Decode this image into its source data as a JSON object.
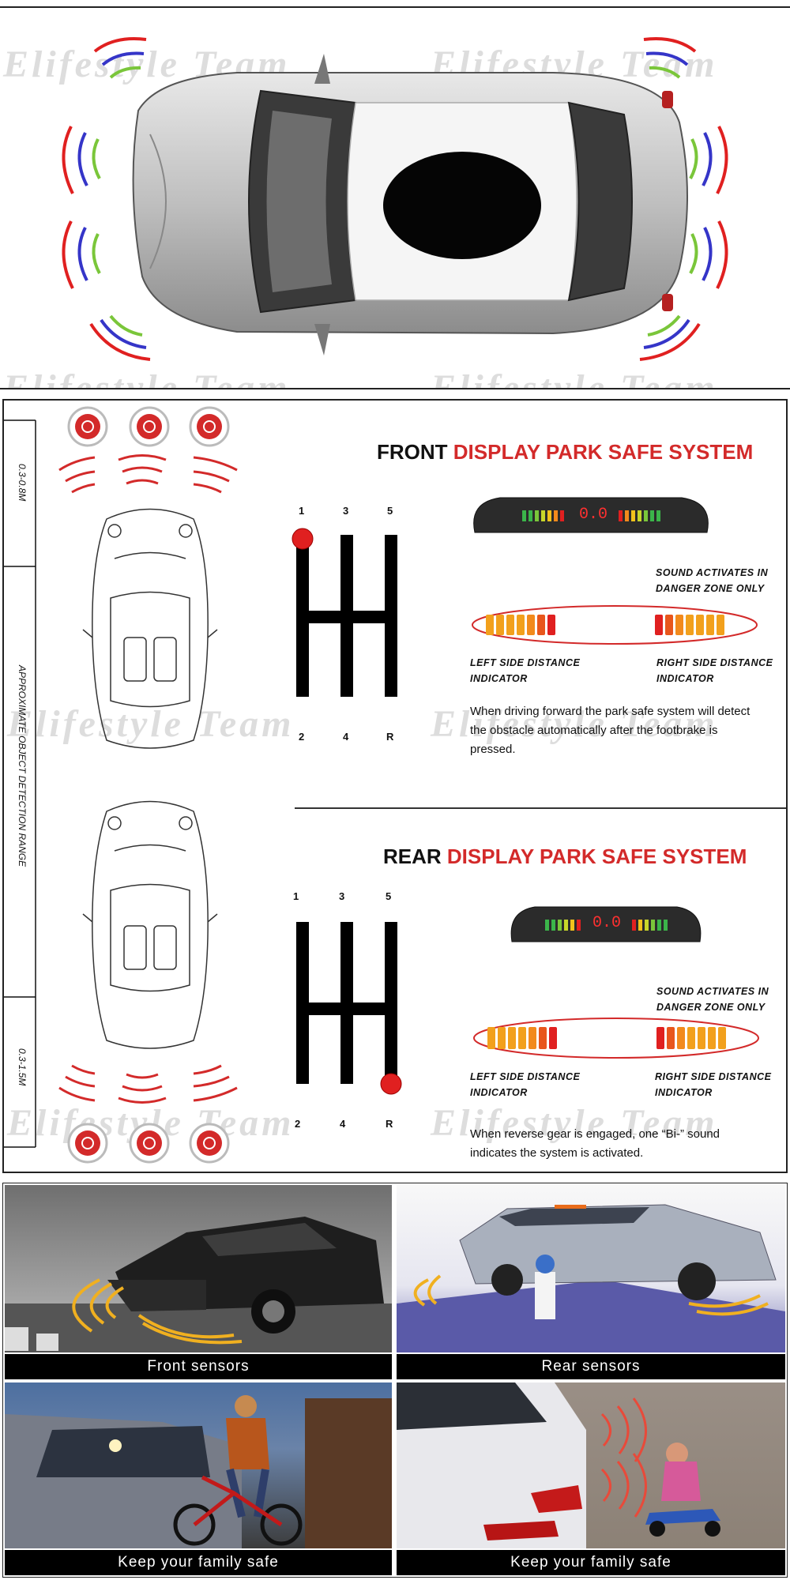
{
  "watermark": "Elifestyle Team",
  "front": {
    "title_prefix": "FRONT",
    "title_main": "DISPLAY PARK SAFE SYSTEM",
    "sound_note": "SOUND ACTIVATES IN DANGER ZONE ONLY",
    "left_indicator": "LEFT SIDE DISTANCE INDICATOR",
    "right_indicator": "RIGHT SIDE DISTANCE INDICATOR",
    "description": "When driving forward the park safe system will detect the obstacle automatically after the footbrake is pressed.",
    "display_reading": "0.0"
  },
  "rear": {
    "title_prefix": "REAR",
    "title_main": "DISPLAY PARK SAFE SYSTEM",
    "sound_note": "SOUND ACTIVATES IN DANGER ZONE ONLY",
    "left_indicator": "LEFT SIDE DISTANCE INDICATOR",
    "right_indicator": "RIGHT SIDE DISTANCE INDICATOR",
    "description": "When reverse gear is engaged, one “Bi-” sound indicates the system is activated.",
    "display_reading": "0.0"
  },
  "gears": {
    "top": [
      "1",
      "3",
      "5"
    ],
    "bottom": [
      "2",
      "4",
      "R"
    ]
  },
  "range": {
    "front": "0.3-0.8M",
    "middle": "APPROXIMATE OBJECT DETECTION RANGE",
    "rear": "0.3-1.5M"
  },
  "captions": {
    "front_sensors": "Front sensors",
    "rear_sensors": "Rear sensors",
    "family_left": "Keep your family safe",
    "family_right": "Keep your family safe"
  },
  "colors": {
    "accent_red": "#d32a2a",
    "arc_red": "#e02020",
    "arc_blue": "#3535c8",
    "arc_green": "#7ac63a",
    "indicator_orange": "#f2a01c"
  }
}
